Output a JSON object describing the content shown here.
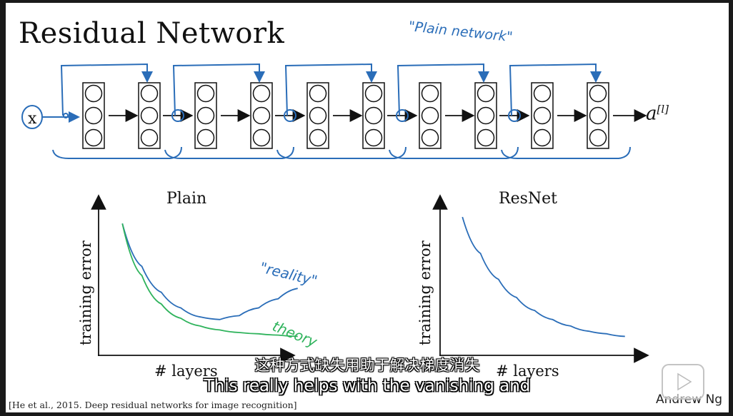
{
  "slide": {
    "title": "Residual Network",
    "annotation_plain_network": "\"Plain network\"",
    "input_label": "x",
    "output_label": "a[l]",
    "blocks": 5,
    "citation": "[He et al., 2015. Deep residual networks for image recognition]",
    "author": "Andrew Ng"
  },
  "subtitles": {
    "chinese": "这种方式缺失用助于解决梯度消失",
    "english": "This really helps with the vanishing and"
  },
  "colors": {
    "ink_blue": "#2a6db8",
    "ink_green": "#2fb35c",
    "ink_black": "#111111"
  },
  "chart_data": [
    {
      "type": "line",
      "title": "Plain",
      "xlabel": "# layers",
      "ylabel": "training error",
      "x_ticks": [],
      "series": [
        {
          "name": "\"reality\"",
          "color": "#2a6db8",
          "x": [
            1,
            2,
            3,
            4,
            5,
            6,
            7,
            8,
            9,
            10
          ],
          "y": [
            0.95,
            0.62,
            0.42,
            0.3,
            0.23,
            0.21,
            0.24,
            0.3,
            0.37,
            0.45
          ]
        },
        {
          "name": "theory",
          "color": "#2fb35c",
          "x": [
            1,
            2,
            3,
            4,
            5,
            6,
            7,
            8,
            9,
            10
          ],
          "y": [
            0.95,
            0.55,
            0.33,
            0.22,
            0.16,
            0.13,
            0.11,
            0.1,
            0.09,
            0.08
          ]
        }
      ],
      "xlim": [
        0,
        11
      ],
      "ylim": [
        0,
        1.1
      ]
    },
    {
      "type": "line",
      "title": "ResNet",
      "xlabel": "# layers",
      "ylabel": "training error",
      "series": [
        {
          "color": "#2a6db8",
          "x": [
            1,
            2,
            3,
            4,
            5,
            6,
            7,
            8,
            9,
            10
          ],
          "y": [
            1.0,
            0.72,
            0.52,
            0.38,
            0.28,
            0.21,
            0.16,
            0.12,
            0.1,
            0.08
          ]
        }
      ],
      "xlim": [
        0,
        11
      ],
      "ylim": [
        0,
        1.1
      ]
    }
  ],
  "labels": {
    "reality": "\"reality\"",
    "theory": "theory"
  }
}
